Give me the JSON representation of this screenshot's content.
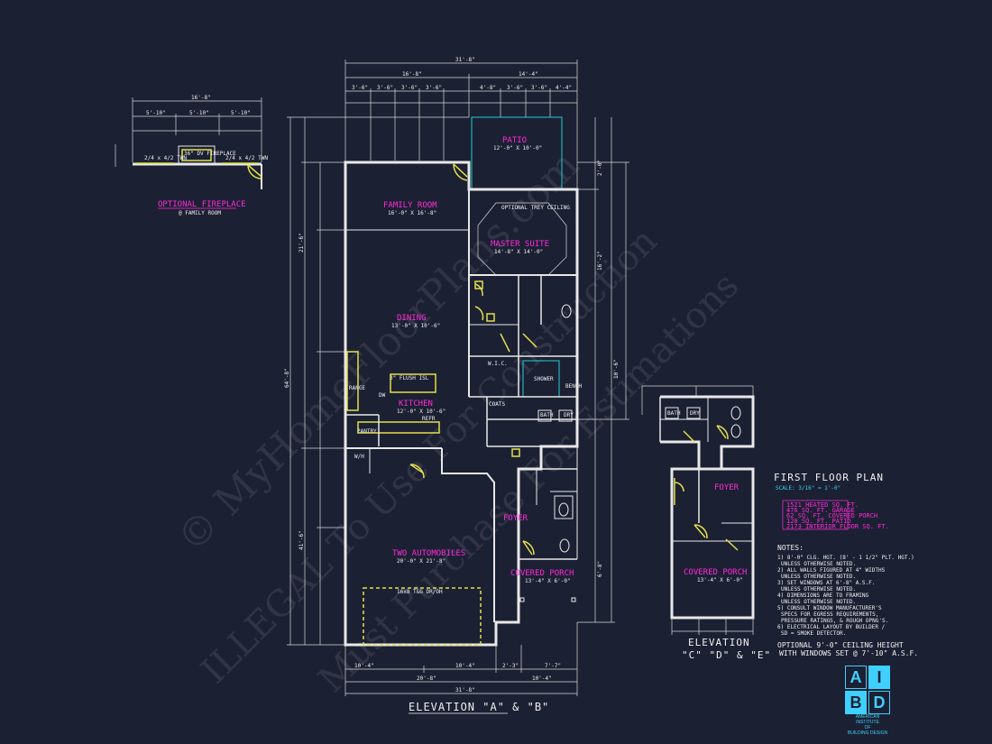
{
  "sheet": {
    "elevation_main": "ELEVATION \"A\" & \"B\"",
    "elevation_side": "ELEVATION",
    "elevation_side_sub": "\"C\" \"D\" & \"E\"",
    "optional_ceiling_1": "OPTIONAL 9'-0\" CEILING HEIGHT",
    "optional_ceiling_2": "WITH WINDOWS SET @ 7'-10\" A.S.F."
  },
  "fireplace": {
    "title": "OPTIONAL FIREPLACE",
    "subtitle": "@ FAMILY ROOM",
    "label": "36\" DV FIREPLACE",
    "overall": "16'-8\"",
    "dims": [
      "5'-10\"",
      "5'-10\"",
      "5'-10\""
    ],
    "window_left": "2/4 x 4/2 TWN",
    "window_right": "2/4 x 4/2 TWN"
  },
  "rooms": {
    "patio": {
      "name": "PATIO",
      "size": "12'-0\" X 10'-0\""
    },
    "family": {
      "name": "FAMILY ROOM",
      "size": "16'-0\" X 16'-8\""
    },
    "master": {
      "name": "MASTER SUITE",
      "size": "14'-8\" X 14'-0\""
    },
    "dining": {
      "name": "DINING",
      "size": "13'-0\" X 10'-6\""
    },
    "kitchen": {
      "name": "KITCHEN",
      "size": "12'-0\" X 10'-6\""
    },
    "garage": {
      "name": "TWO AUTOMOBILES",
      "size": "20'-0\" X 21'-8\""
    },
    "foyer": {
      "name": "FOYER"
    },
    "porch": {
      "name": "COVERED PORCH",
      "size": "13'-4\" X 6'-0\""
    },
    "foyer_alt": {
      "name": "FOYER"
    },
    "porch_alt": {
      "name": "COVERED PORCH",
      "size": "13'-4\" X 6'-0\""
    }
  },
  "plan_labels": {
    "tray": "OPTIONAL TREY CEILING",
    "island": "3\" FLUSH ISL",
    "pantry": "PANTRY",
    "wh": "W/H",
    "bath": "BATH",
    "dry": "DRY",
    "shower": "SHOWER",
    "bench": "BENCH",
    "wic": "W.I.C.",
    "coats": "COATS",
    "refr": "REFR",
    "range": "RANGE",
    "dw": "DW",
    "garage_door": "16x8 T&G DR/OH"
  },
  "dimensions": {
    "overall_width": "31'-8\"",
    "top_left": "16'-8\"",
    "top_right": "14'-4\"",
    "top_segments": [
      "3'-6\"",
      "3'-6\"",
      "3'-6\"",
      "3'-6\"",
      "4'-8\"",
      "3'-6\"",
      "3'-6\"",
      "4'-4\""
    ],
    "bottom_overall": "31'-8\"",
    "bottom_left": "20'-8\"",
    "bottom_right": "10'-4\"",
    "bottom_segments": [
      "10'-4\"",
      "10'-4\"",
      "2'-3\"",
      "7'-7\""
    ],
    "left_total": "64'-8\"",
    "left_upper": "21'-6\"",
    "left_lower": "41'-6\"",
    "right_dims": [
      "2'-0\"",
      "16'-2\"",
      "10'-6\"",
      "6'-8\""
    ]
  },
  "first_floor": {
    "title": "FIRST FLOOR PLAN",
    "scale": "SCALE: 3/16\" = 1'-0\"",
    "areas": [
      "1521 HEATED SQ. FT.",
      "476 SQ. FT. GARAGE",
      "62 SQ. FT. COVERED PORCH",
      "120 SQ. FT. PATIO",
      "2173 INTERIOR FLOOR SQ. FT."
    ]
  },
  "notes": {
    "title": "NOTES:",
    "items": [
      "1) 8'-0\" CLG. HGT. (8' - 1 1/2\" PLT. HGT.)",
      "UNLESS OTHERWISE NOTED.",
      "2) ALL WALLS FIGURED AT 4\" WIDTHS",
      "UNLESS OTHERWISE NOTED.",
      "3) SET WINDOWS AT 6'-8\" A.S.F.",
      "UNLESS OTHERWISE NOTED.",
      "4) DIMENSIONS ARE TO FRAMING",
      "UNLESS OTHERWISE NOTED.",
      "5) CONSULT WINDOW MANUFACTURER'S",
      "SPECS FOR EGRESS REQUIREMENTS,",
      "PRESSURE RATINGS, & ROUGH OPNG'S.",
      "6) ELECTRICAL LAYOUT BY BUILDER /",
      "SD = SMOKE DETECTOR."
    ]
  },
  "logo": {
    "letters": [
      "A",
      "I",
      "B",
      "D"
    ],
    "line1": "AMERICAN INSTITUTE",
    "line2": "OF",
    "line3": "BUILDING DESIGN"
  },
  "watermark": {
    "line1": "© MyHomeFloorPlans.com",
    "line2": "ILLEGAL To Use For Construction",
    "line3": "Must Purchase For Estimations"
  },
  "colors": {
    "background": "#1c2033",
    "walls": "#e8e8e8",
    "room_labels": "#ff2bd8",
    "fixtures": "#e2e04a",
    "patio_outline": "#1fd0d0"
  }
}
